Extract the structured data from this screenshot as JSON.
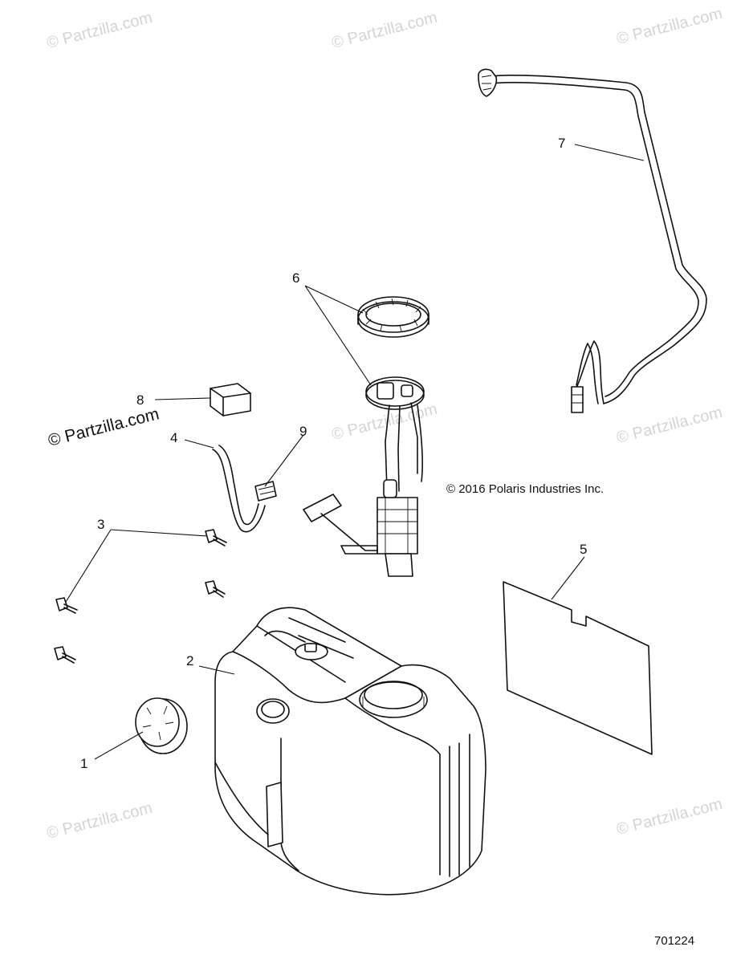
{
  "callouts": {
    "c1": "1",
    "c2": "2",
    "c3": "3",
    "c4": "4",
    "c5": "5",
    "c6": "6",
    "c7": "7",
    "c8": "8",
    "c9": "9"
  },
  "copyright": "© 2016 Polaris Industries Inc.",
  "drawing_number": "701224",
  "watermark": "© Partzilla.com",
  "watermark_main": "© Partzilla.com"
}
